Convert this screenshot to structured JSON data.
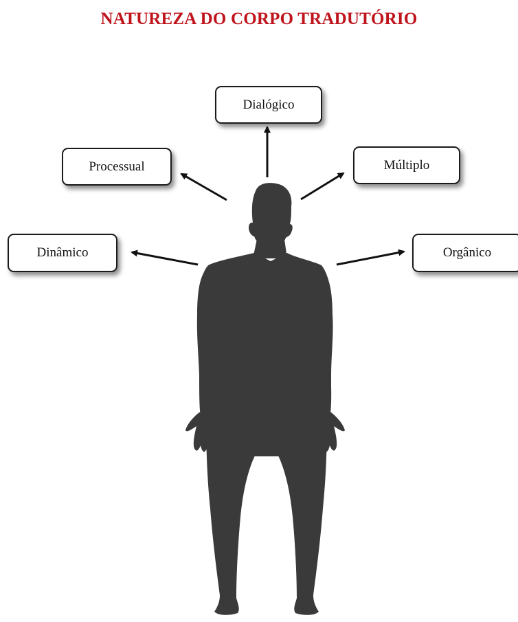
{
  "title": "NATUREZA DO CORPO TRADUTÓRIO",
  "nodes": {
    "dialogico": "Dialógico",
    "processual": "Processual",
    "multiplo": "Múltiplo",
    "dinamico": "Dinâmico",
    "organico": "Orgânico"
  },
  "colors": {
    "title": "#c0141c",
    "silhouette": "#3a3a3a",
    "arrow": "#111111"
  }
}
